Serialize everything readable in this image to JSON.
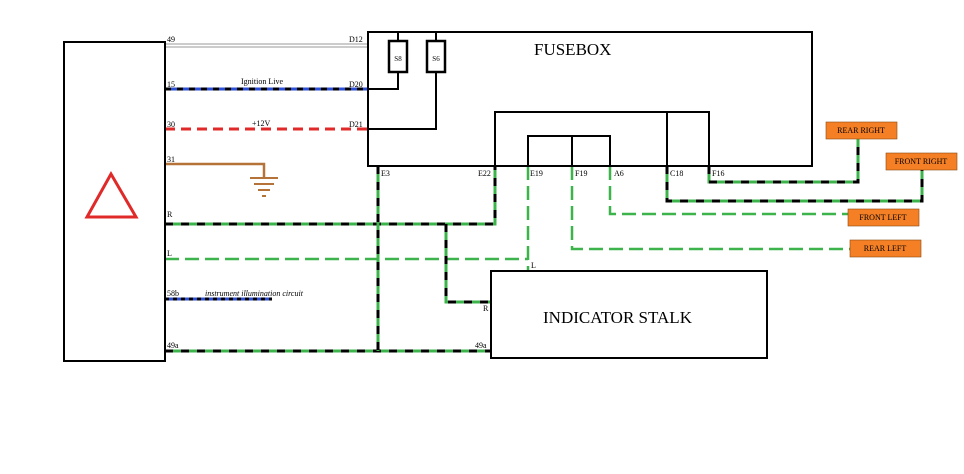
{
  "fusebox": {
    "title": "FUSEBOX",
    "fuses": [
      "S8",
      "S6"
    ]
  },
  "stalk": {
    "title": "INDICATOR STALK"
  },
  "colors": {
    "black": "#000000",
    "green": "#3cb44b",
    "blue": "#2b4fd6",
    "red": "#e02a2a",
    "brown": "#b5733a",
    "orange": "#f57f25",
    "grey": "#9a9a9a"
  },
  "switch_pins": {
    "p49": "49",
    "p15": "15",
    "p30": "30",
    "p31": "31",
    "pR": "R",
    "pL": "L",
    "p58b": "58b",
    "p49a": "49a"
  },
  "fusebox_pins": {
    "D12": "D12",
    "D20": "D20",
    "D21": "D21",
    "E3": "E3",
    "E22": "E22",
    "E19": "E19",
    "F19": "F19",
    "A6": "A6",
    "C18": "C18",
    "F16": "F16"
  },
  "stalk_pins": {
    "L": "L",
    "R": "R",
    "p49a": "49a"
  },
  "wire_labels": {
    "ignition": "Ignition Live",
    "plus12": "+12V",
    "illumination": "instrument illumination circuit"
  },
  "lamps": {
    "rear_right": "REAR RIGHT",
    "front_right": "FRONT RIGHT",
    "front_left": "FRONT LEFT",
    "rear_left": "REAR LEFT"
  }
}
